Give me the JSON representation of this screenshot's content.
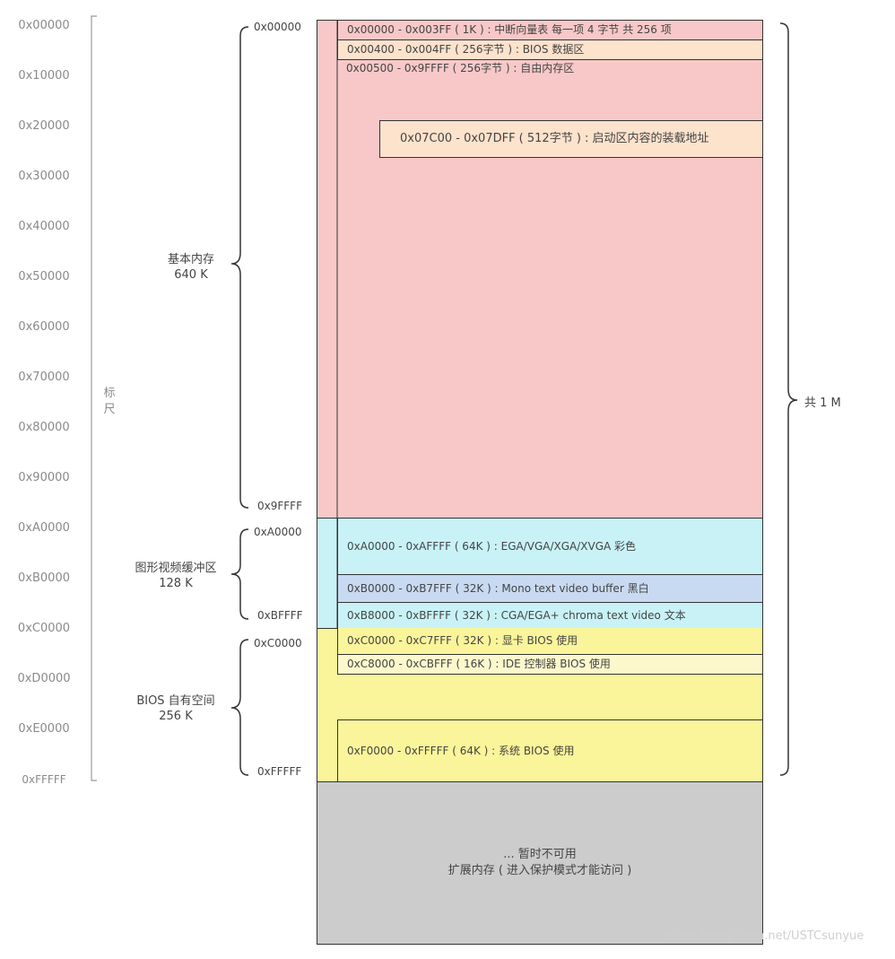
{
  "ruler": {
    "title": "标尺",
    "ticks": [
      "0x00000",
      "0x10000",
      "0x20000",
      "0x30000",
      "0x40000",
      "0x50000",
      "0x60000",
      "0x70000",
      "0x80000",
      "0x90000",
      "0xA0000",
      "0xB0000",
      "0xC0000",
      "0xD0000",
      "0xE0000",
      "0xFFFFF"
    ]
  },
  "regions": {
    "base": {
      "name": "基本内存",
      "size": "640 K",
      "start": "0x00000",
      "end": "0x9FFFF"
    },
    "video": {
      "name": "图形视频缓冲区",
      "size": "128 K",
      "start": "0xA0000",
      "end": "0xBFFFF"
    },
    "bios": {
      "name": "BIOS 自有空间",
      "size": "256 K",
      "start": "0xC0000",
      "end": "0xFFFFF"
    }
  },
  "blocks": {
    "ivt": "0x00000 - 0x003FF ( 1K ) : 中断向量表 每一项 4 字节 共 256 项",
    "bios_data": "0x00400 - 0x004FF ( 256字节 ) : BIOS 数据区",
    "free": "0x00500 - 0x9FFFF ( 256字节 ) : 自由内存区",
    "boot": "0x07C00 - 0x07DFF ( 512字节 ) : 启动区内容的装载地址",
    "ega": "0xA0000 - 0xAFFFF ( 64K ) : EGA/VGA/XGA/XVGA 彩色",
    "mono": "0xB0000 - 0xB7FFF ( 32K ) : Mono text video buffer 黑白",
    "cga": "0xB8000 - 0xBFFFF ( 32K ) : CGA/EGA+ chroma text video 文本",
    "vga_bios": "0xC0000 - 0xC7FFF ( 32K ) : 显卡 BIOS 使用",
    "ide_bios": "0xC8000 - 0xCBFFF ( 16K ) : IDE 控制器 BIOS 使用",
    "sys_bios": "0xF0000 - 0xFFFFF ( 64K ) : 系统 BIOS 使用"
  },
  "total": "共 1 M",
  "extended": {
    "line1": "... 暂时不可用",
    "line2": "扩展内存 ( 进入保护模式才能访问 )"
  },
  "watermark": "https://blog.csdn.net/USTCsunyue",
  "colors": {
    "base": "#f8c8c8",
    "boot": "#fde2cc",
    "video": "#c8f2f6",
    "mono": "#c8daf2",
    "bios": "#faf59a",
    "ide": "#fcf8cc",
    "extended": "#cccccc",
    "ruler": "#999999"
  }
}
